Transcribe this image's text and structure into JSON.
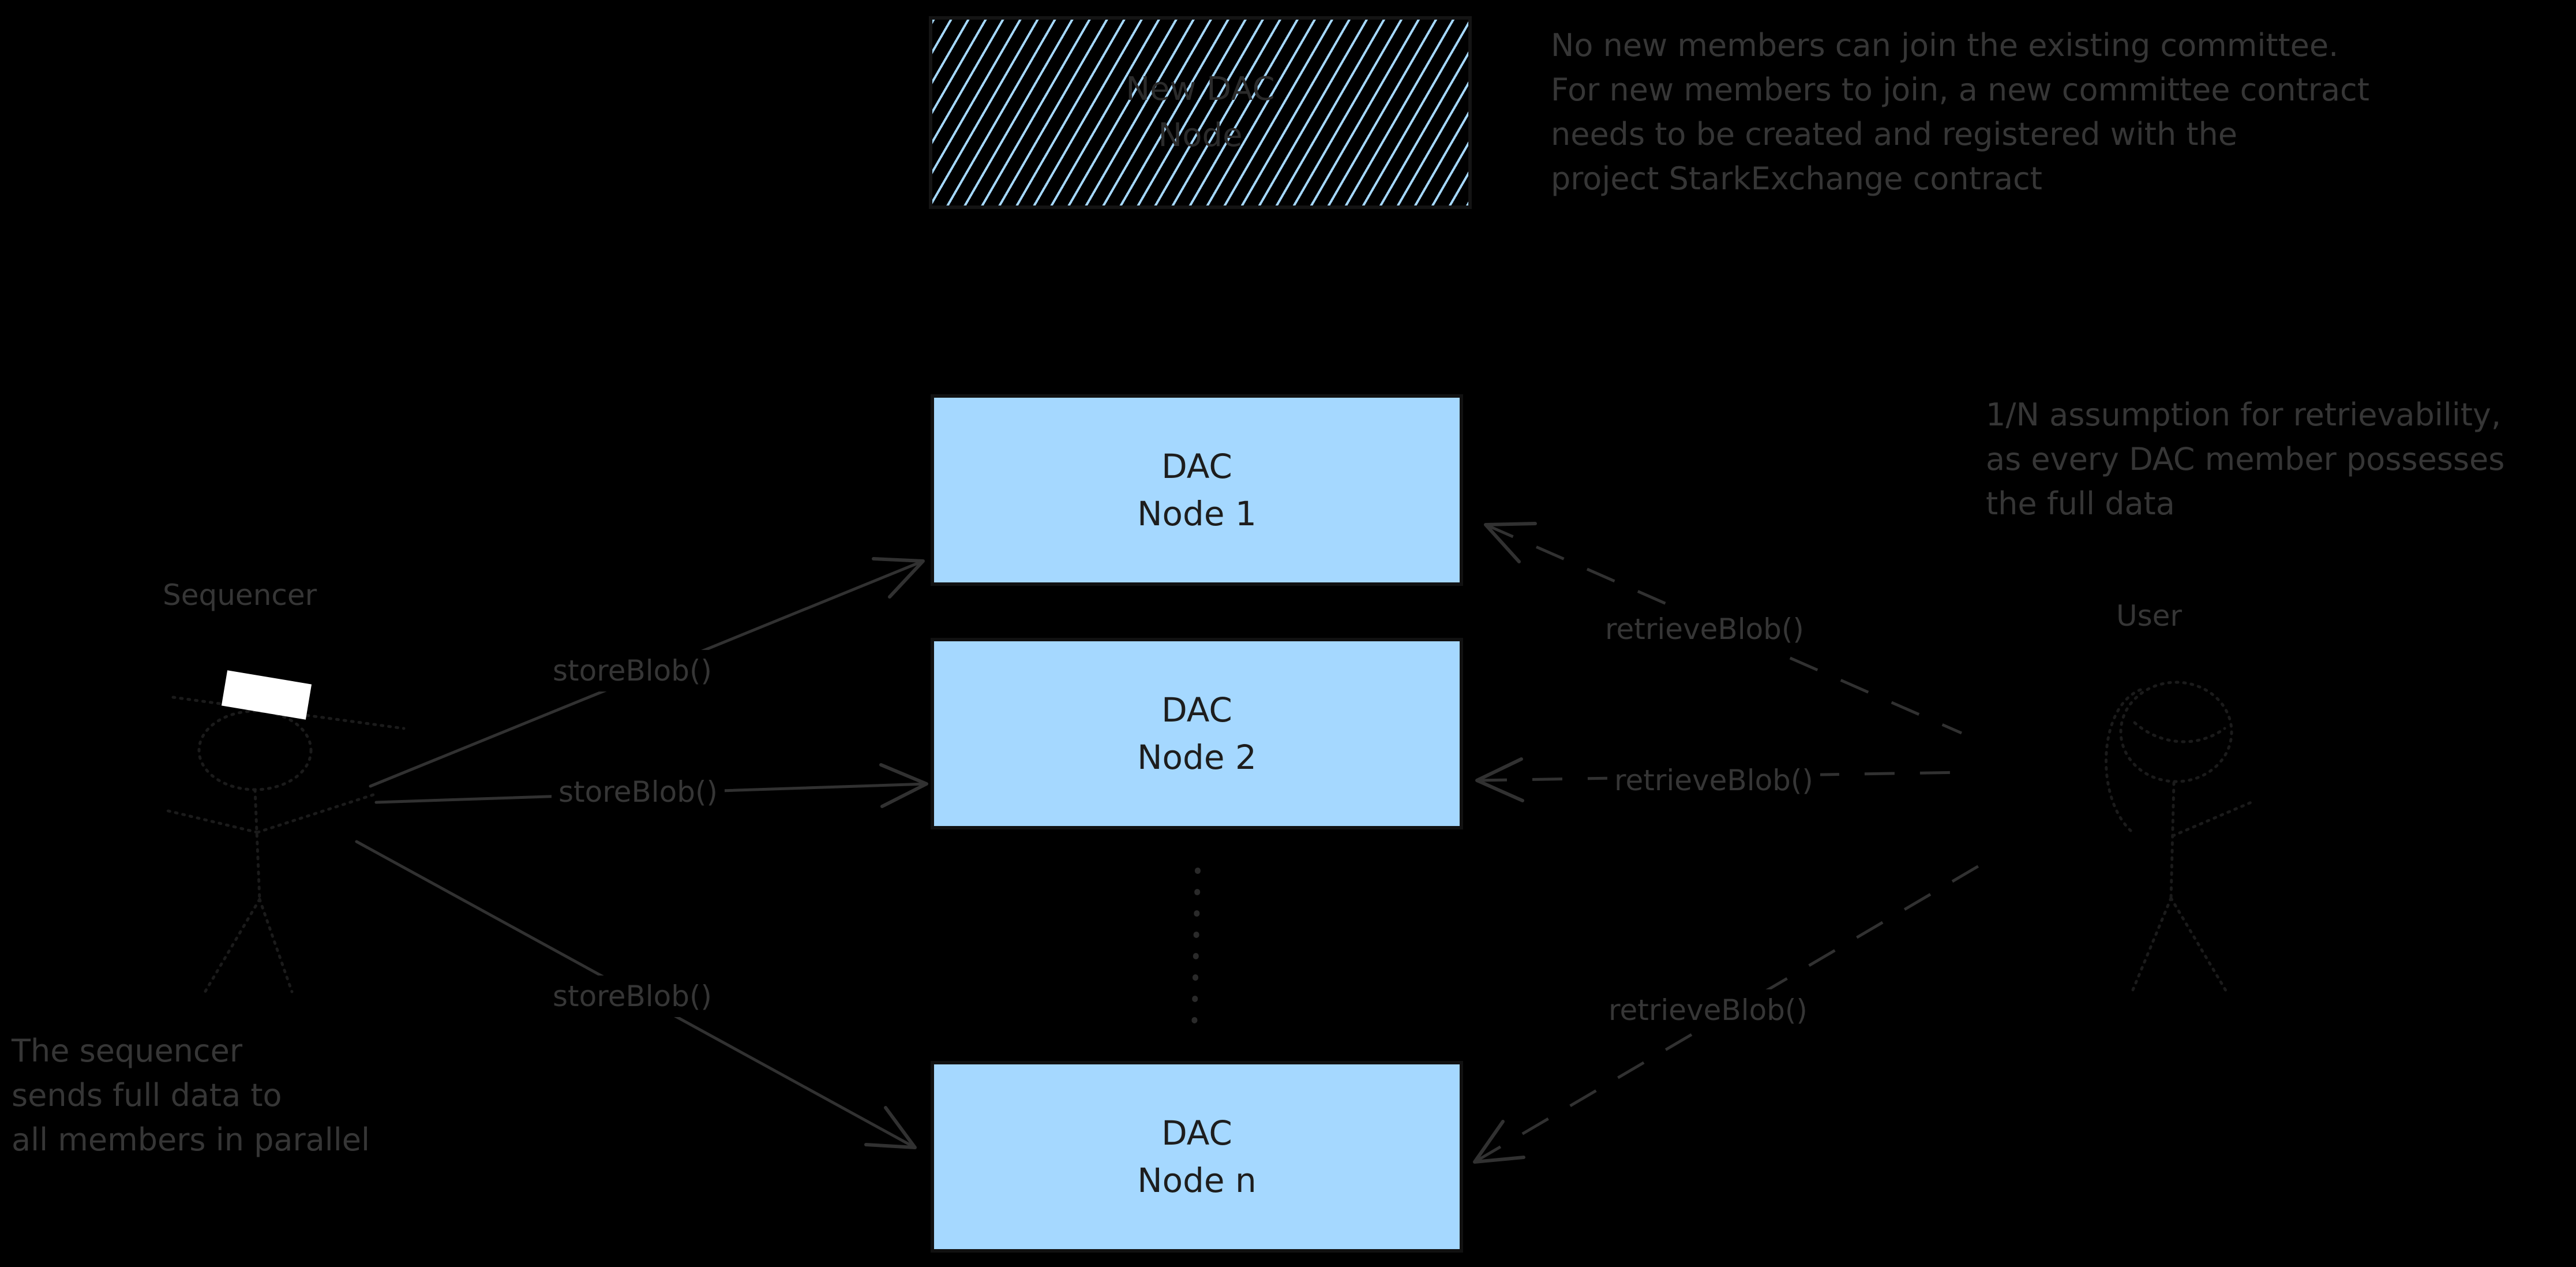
{
  "diagram": {
    "background": "#000000",
    "accent_blue": "#a5d8ff",
    "annotation_color": "#363636",
    "arrow_color": "#313131",
    "figure_color": "#1b1b1b",
    "hat_color": "#ffffff"
  },
  "new_node_box": {
    "label": "New DAC\nNode"
  },
  "nodes": [
    {
      "line1": "DAC",
      "line2": "Node 1"
    },
    {
      "line1": "DAC",
      "line2": "Node 2"
    },
    {
      "line1": "DAC",
      "line2": "Node n"
    }
  ],
  "actors": {
    "sequencer": "Sequencer",
    "user": "User"
  },
  "labels": {
    "store_blob": "storeBlob()",
    "retrieve_blob": "retrieveBlob()"
  },
  "annotations": {
    "committee": "No new members can join the existing committee.\nFor new members to join, a new committee contract\nneeds to be created and registered with the\nproject StarkExchange contract",
    "retrievability": "1/N assumption for retrievability,\nas every DAC member possesses\nthe full data",
    "parallel": "The sequencer\nsends full data to\nall members in parallel"
  }
}
